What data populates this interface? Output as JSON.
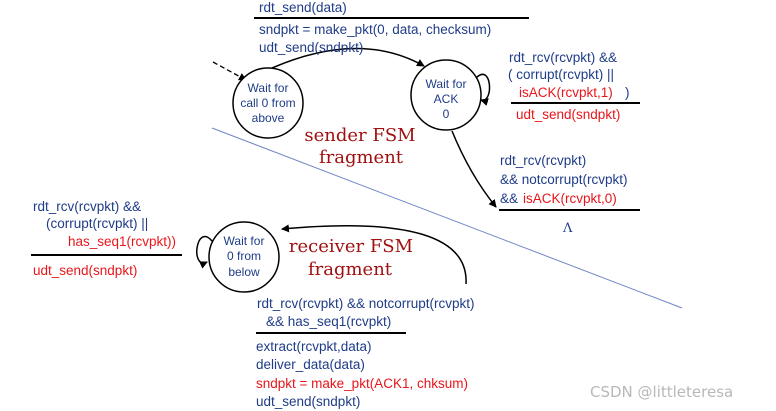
{
  "sender": {
    "title_line1": "sender FSM",
    "title_line2": "fragment",
    "state_wait_call0": [
      "Wait for",
      "call 0 from",
      "above"
    ],
    "state_wait_ack0": [
      "Wait for",
      "ACK",
      "0"
    ],
    "t_send": {
      "event": "rdt_send(data)",
      "actions": [
        "sndpkt = make_pkt(0, data, checksum)",
        "udt_send(sndpkt)"
      ]
    },
    "t_selfloop": {
      "event": [
        "rdt_rcv(rcvpkt) &&",
        "( corrupt(rcvpkt) ||",
        "isACK(rcvpkt,1)",
        " )"
      ],
      "actions": [
        "udt_send(sndpkt)"
      ]
    },
    "t_ack": {
      "event": [
        "rdt_rcv(rcvpkt)",
        "&& notcorrupt(rcvpkt)",
        "&& ",
        "isACK(rcvpkt,0)"
      ],
      "action": "Λ"
    }
  },
  "receiver": {
    "title_line1": "receiver FSM",
    "title_line2": "fragment",
    "state_wait0": [
      "Wait for",
      "0 from",
      "below"
    ],
    "t_selfloop": {
      "event": [
        "rdt_rcv(rcvpkt) &&",
        "(corrupt(rcvpkt) ||",
        "has_seq1(rcvpkt))"
      ],
      "actions": [
        "udt_send(sndpkt)"
      ]
    },
    "t_deliver": {
      "event": [
        "rdt_rcv(rcvpkt) && notcorrupt(rcvpkt)",
        "&& has_seq1(rcvpkt)"
      ],
      "actions": [
        "extract(rcvpkt,data)",
        "deliver_data(data)",
        "sndpkt = make_pkt(ACK1, chksum)",
        "udt_send(sndpkt)"
      ]
    }
  },
  "watermark": "CSDN @littleteresa",
  "colors": {
    "text": "#1f3c88",
    "highlight": "#e8161b",
    "title": "#a01010",
    "divider": "#6f86c6"
  }
}
